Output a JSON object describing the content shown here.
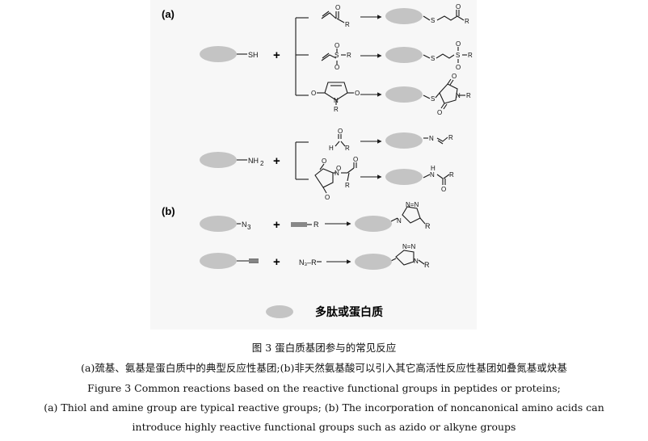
{
  "panels": [
    {
      "label": "(a)"
    },
    {
      "label": "(b)"
    }
  ],
  "labels": {
    "sh": "SH",
    "nh2": "NH",
    "n3": "N",
    "r": "R",
    "o": "O",
    "s": "S",
    "n": "N",
    "h": "H",
    "nnn": "N=N",
    "n3r": "N₃–R",
    "sub2": "2",
    "sub3": "3"
  },
  "plus_sign": "+",
  "legend": {
    "text": "多肽或蛋白质"
  },
  "caption": {
    "cn_title": "图 3   蛋白质基团参与的常见反应",
    "cn_desc": "(a)巯基、氨基是蛋白质中的典型反应性基团;(b)非天然氨基酸可以引入其它高活性反应性基团如叠氮基或炔基",
    "en_title": "Figure 3   Common reactions based on the reactive functional groups in peptides or proteins;",
    "en_desc_1": "(a) Thiol and amine group are typical reactive groups; (b) The incorporation of noncanonical amino acids can",
    "en_desc_2": "introduce highly reactive functional groups such as azido or alkyne groups"
  },
  "colors": {
    "protein": "#c4c4c4",
    "panel_bg": "#f7f7f7",
    "line": "#1a1a1a"
  }
}
